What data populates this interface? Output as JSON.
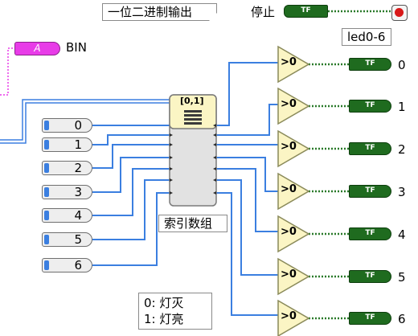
{
  "header": {
    "comment": "一位二进制输出",
    "stop_label": "停止",
    "stop_indicator": "TF",
    "string_glyph": "A",
    "string_label": "BIN",
    "led_array_label": "led0-6"
  },
  "constants": [
    "0",
    "1",
    "2",
    "3",
    "4",
    "5",
    "6"
  ],
  "array_node": {
    "icon_text": "[0,1]",
    "label": "索引数组"
  },
  "comparators": [
    {
      "symbol": ">0",
      "indicator": "TF",
      "index": "0"
    },
    {
      "symbol": ">0",
      "indicator": "TF",
      "index": "1"
    },
    {
      "symbol": ">0",
      "indicator": "TF",
      "index": "2"
    },
    {
      "symbol": ">0",
      "indicator": "TF",
      "index": "3"
    },
    {
      "symbol": ">0",
      "indicator": "TF",
      "index": "4"
    },
    {
      "symbol": ">0",
      "indicator": "TF",
      "index": "5"
    },
    {
      "symbol": ">0",
      "indicator": "TF",
      "index": "6"
    }
  ],
  "legend": {
    "line1": "0:  灯灭",
    "line2": "1:  灯亮"
  },
  "colors": {
    "int_wire": "#3b7fe0",
    "bool_wire": "#2a7a2a",
    "string_wire": "#e83ce8",
    "comparator_fill": "#fbf5c4"
  }
}
